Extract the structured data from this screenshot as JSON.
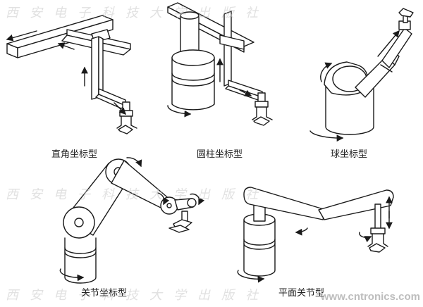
{
  "labels": {
    "cartesian": "直角坐标型",
    "cylindrical": "圆柱坐标型",
    "spherical": "球坐标型",
    "articulated": "关节坐标型",
    "scara": "平面关节型"
  },
  "watermark": {
    "text": "西安电子科技大学出版社",
    "url": "www.cntronics.com"
  },
  "colors": {
    "ink": "#1a1a1a",
    "fill": "#ffffff"
  }
}
